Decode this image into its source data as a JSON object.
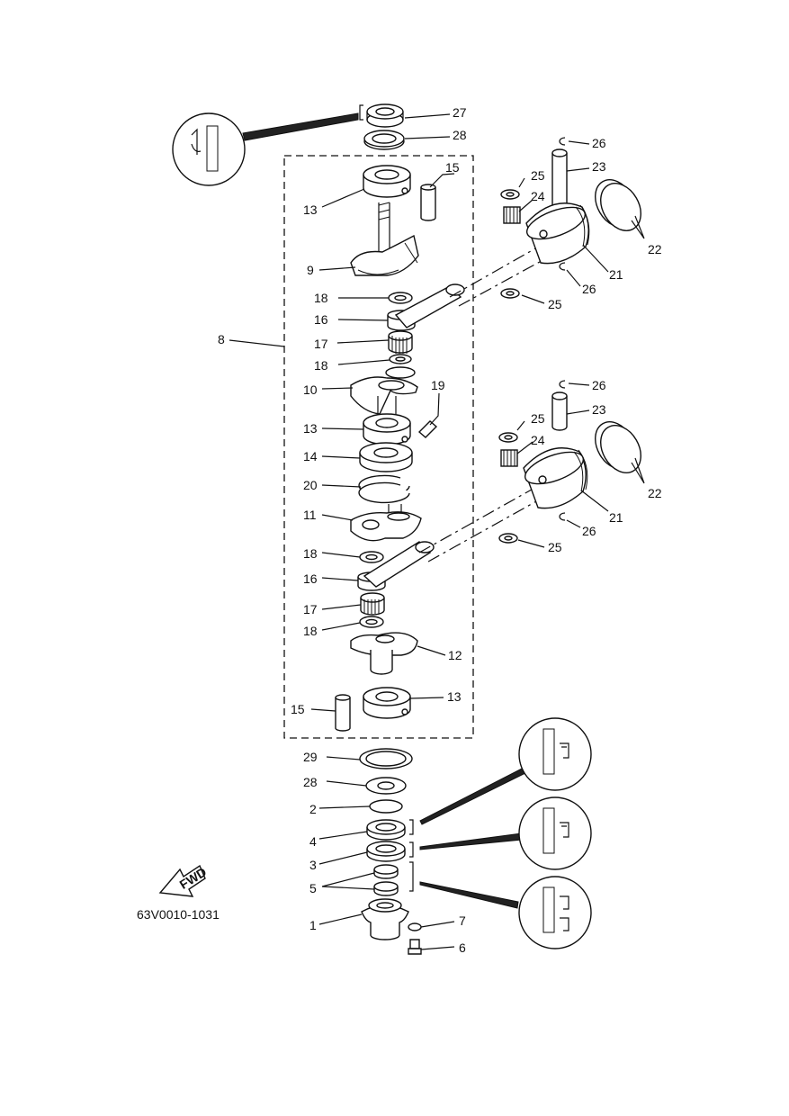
{
  "diagram_code": "63V0010-1031",
  "fwd_label": "FWD",
  "callouts": [
    {
      "id": "c27",
      "text": "27"
    },
    {
      "id": "c28a",
      "text": "28"
    },
    {
      "id": "c26a",
      "text": "26"
    },
    {
      "id": "c15a",
      "text": "15"
    },
    {
      "id": "c23a",
      "text": "23"
    },
    {
      "id": "c25a",
      "text": "25"
    },
    {
      "id": "c24a",
      "text": "24"
    },
    {
      "id": "c13a",
      "text": "13"
    },
    {
      "id": "c22a",
      "text": "22"
    },
    {
      "id": "c9",
      "text": "9"
    },
    {
      "id": "c21a",
      "text": "21"
    },
    {
      "id": "c26b",
      "text": "26"
    },
    {
      "id": "c18a",
      "text": "18"
    },
    {
      "id": "c25b",
      "text": "25"
    },
    {
      "id": "c16a",
      "text": "16"
    },
    {
      "id": "c8",
      "text": "8"
    },
    {
      "id": "c17a",
      "text": "17"
    },
    {
      "id": "c18b",
      "text": "18"
    },
    {
      "id": "c10",
      "text": "10"
    },
    {
      "id": "c19",
      "text": "19"
    },
    {
      "id": "c26c",
      "text": "26"
    },
    {
      "id": "c23b",
      "text": "23"
    },
    {
      "id": "c25c",
      "text": "25"
    },
    {
      "id": "c13b",
      "text": "13"
    },
    {
      "id": "c24b",
      "text": "24"
    },
    {
      "id": "c14",
      "text": "14"
    },
    {
      "id": "c22b",
      "text": "22"
    },
    {
      "id": "c20",
      "text": "20"
    },
    {
      "id": "c21b",
      "text": "21"
    },
    {
      "id": "c11",
      "text": "11"
    },
    {
      "id": "c26d",
      "text": "26"
    },
    {
      "id": "c25d",
      "text": "25"
    },
    {
      "id": "c18c",
      "text": "18"
    },
    {
      "id": "c16b",
      "text": "16"
    },
    {
      "id": "c17b",
      "text": "17"
    },
    {
      "id": "c18d",
      "text": "18"
    },
    {
      "id": "c12",
      "text": "12"
    },
    {
      "id": "c13c",
      "text": "13"
    },
    {
      "id": "c15b",
      "text": "15"
    },
    {
      "id": "c29",
      "text": "29"
    },
    {
      "id": "c28b",
      "text": "28"
    },
    {
      "id": "c2",
      "text": "2"
    },
    {
      "id": "c4",
      "text": "4"
    },
    {
      "id": "c3",
      "text": "3"
    },
    {
      "id": "c5",
      "text": "5"
    },
    {
      "id": "c7",
      "text": "7"
    },
    {
      "id": "c1",
      "text": "1"
    },
    {
      "id": "c6",
      "text": "6"
    }
  ]
}
